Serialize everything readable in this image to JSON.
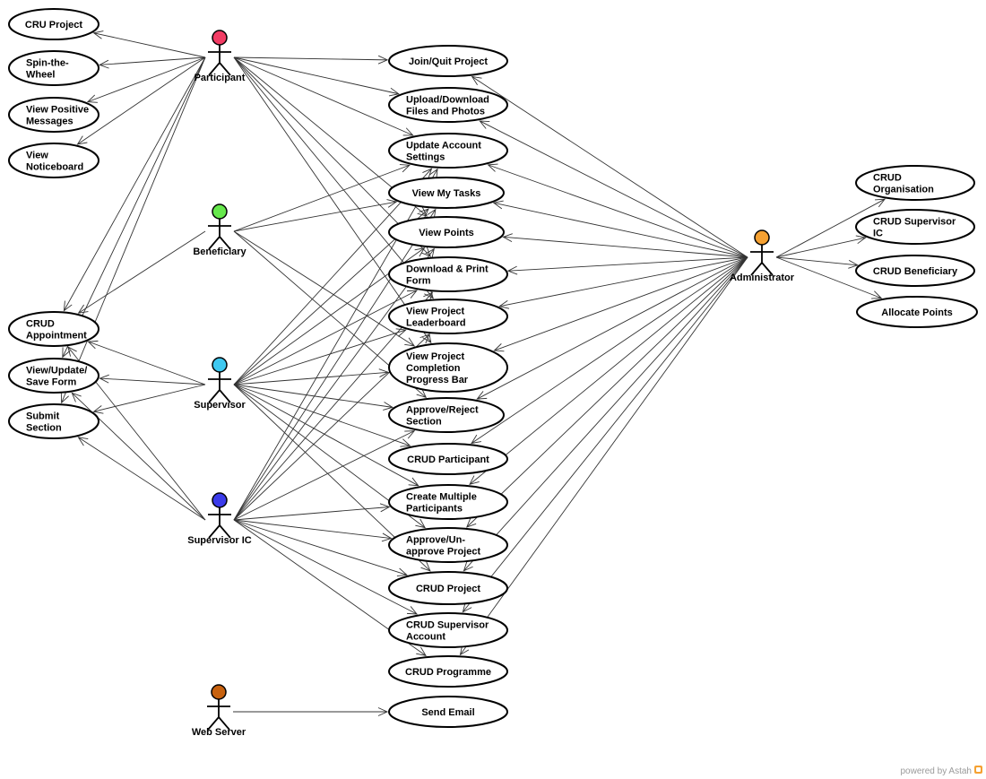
{
  "actors": [
    {
      "id": "participant",
      "name": "Participant",
      "color": "#f23c64"
    },
    {
      "id": "beneficiary",
      "name": "Beneficiary",
      "color": "#66e84c"
    },
    {
      "id": "supervisor",
      "name": "Supervisor",
      "color": "#3ec8f0"
    },
    {
      "id": "supervisor_ic",
      "name": "Supervisor IC",
      "color": "#3b3bea"
    },
    {
      "id": "web_server",
      "name": "Web Server",
      "color": "#c8620f"
    },
    {
      "id": "administrator",
      "name": "Administrator",
      "color": "#f5a132"
    }
  ],
  "use_cases": [
    {
      "id": "cru_project",
      "lines": [
        "CRU Project"
      ]
    },
    {
      "id": "spin_wheel",
      "lines": [
        "Spin-the-",
        "Wheel"
      ]
    },
    {
      "id": "view_positive",
      "lines": [
        "View Positive",
        "Messages"
      ]
    },
    {
      "id": "view_noticeboard",
      "lines": [
        "View",
        "Noticeboard"
      ]
    },
    {
      "id": "crud_appointment",
      "lines": [
        "CRUD",
        "Appointment"
      ]
    },
    {
      "id": "view_update_save",
      "lines": [
        "View/Update/",
        "Save Form"
      ]
    },
    {
      "id": "submit_section",
      "lines": [
        "Submit",
        "Section"
      ]
    },
    {
      "id": "join_quit",
      "lines": [
        "Join/Quit Project"
      ]
    },
    {
      "id": "upload_download",
      "lines": [
        "Upload/Download",
        "Files and Photos"
      ]
    },
    {
      "id": "update_account",
      "lines": [
        "Update Account",
        "Settings"
      ]
    },
    {
      "id": "view_my_tasks",
      "lines": [
        "View My Tasks"
      ]
    },
    {
      "id": "view_points",
      "lines": [
        "View Points"
      ]
    },
    {
      "id": "download_print",
      "lines": [
        "Download & Print",
        "Form"
      ]
    },
    {
      "id": "view_leaderboard",
      "lines": [
        "View Project",
        "Leaderboard"
      ]
    },
    {
      "id": "view_completion",
      "lines": [
        "View Project",
        "Completion",
        "Progress Bar"
      ]
    },
    {
      "id": "approve_reject",
      "lines": [
        "Approve/Reject",
        "Section"
      ]
    },
    {
      "id": "crud_participant",
      "lines": [
        "CRUD Participant"
      ]
    },
    {
      "id": "create_multiple",
      "lines": [
        "Create Multiple",
        "Participants"
      ]
    },
    {
      "id": "approve_unapprove",
      "lines": [
        "Approve/Un-",
        "approve Project"
      ]
    },
    {
      "id": "crud_project",
      "lines": [
        "CRUD Project"
      ]
    },
    {
      "id": "crud_supervisor_account",
      "lines": [
        "CRUD Supervisor",
        "Account"
      ]
    },
    {
      "id": "crud_programme",
      "lines": [
        "CRUD Programme"
      ]
    },
    {
      "id": "send_email",
      "lines": [
        "Send Email"
      ]
    },
    {
      "id": "crud_organisation",
      "lines": [
        "CRUD",
        "Organisation"
      ]
    },
    {
      "id": "crud_supervisor_ic",
      "lines": [
        "CRUD Supervisor",
        "IC"
      ]
    },
    {
      "id": "crud_beneficiary",
      "lines": [
        "CRUD Beneficiary"
      ]
    },
    {
      "id": "allocate_points",
      "lines": [
        "Allocate Points"
      ]
    }
  ],
  "associations": [
    {
      "from": "participant",
      "to": "cru_project"
    },
    {
      "from": "participant",
      "to": "spin_wheel"
    },
    {
      "from": "participant",
      "to": "view_positive"
    },
    {
      "from": "participant",
      "to": "view_noticeboard"
    },
    {
      "from": "participant",
      "to": "crud_appointment"
    },
    {
      "from": "participant",
      "to": "view_update_save"
    },
    {
      "from": "participant",
      "to": "submit_section"
    },
    {
      "from": "participant",
      "to": "join_quit"
    },
    {
      "from": "participant",
      "to": "upload_download"
    },
    {
      "from": "participant",
      "to": "update_account"
    },
    {
      "from": "participant",
      "to": "view_points"
    },
    {
      "from": "participant",
      "to": "download_print"
    },
    {
      "from": "participant",
      "to": "view_leaderboard"
    },
    {
      "from": "participant",
      "to": "view_completion"
    },
    {
      "from": "beneficiary",
      "to": "crud_appointment"
    },
    {
      "from": "beneficiary",
      "to": "update_account"
    },
    {
      "from": "beneficiary",
      "to": "view_my_tasks"
    },
    {
      "from": "beneficiary",
      "to": "view_completion"
    },
    {
      "from": "beneficiary",
      "to": "approve_reject"
    },
    {
      "from": "supervisor",
      "to": "crud_appointment"
    },
    {
      "from": "supervisor",
      "to": "view_update_save"
    },
    {
      "from": "supervisor",
      "to": "submit_section"
    },
    {
      "from": "supervisor",
      "to": "update_account"
    },
    {
      "from": "supervisor",
      "to": "view_my_tasks"
    },
    {
      "from": "supervisor",
      "to": "view_points"
    },
    {
      "from": "supervisor",
      "to": "download_print"
    },
    {
      "from": "supervisor",
      "to": "view_leaderboard"
    },
    {
      "from": "supervisor",
      "to": "view_completion"
    },
    {
      "from": "supervisor",
      "to": "approve_reject"
    },
    {
      "from": "supervisor",
      "to": "crud_participant"
    },
    {
      "from": "supervisor",
      "to": "create_multiple"
    },
    {
      "from": "supervisor",
      "to": "approve_unapprove"
    },
    {
      "from": "supervisor",
      "to": "crud_project"
    },
    {
      "from": "supervisor_ic",
      "to": "crud_appointment"
    },
    {
      "from": "supervisor_ic",
      "to": "view_update_save"
    },
    {
      "from": "supervisor_ic",
      "to": "submit_section"
    },
    {
      "from": "supervisor_ic",
      "to": "update_account"
    },
    {
      "from": "supervisor_ic",
      "to": "view_my_tasks"
    },
    {
      "from": "supervisor_ic",
      "to": "view_points"
    },
    {
      "from": "supervisor_ic",
      "to": "download_print"
    },
    {
      "from": "supervisor_ic",
      "to": "view_leaderboard"
    },
    {
      "from": "supervisor_ic",
      "to": "approve_reject"
    },
    {
      "from": "supervisor_ic",
      "to": "create_multiple"
    },
    {
      "from": "supervisor_ic",
      "to": "approve_unapprove"
    },
    {
      "from": "supervisor_ic",
      "to": "crud_project"
    },
    {
      "from": "supervisor_ic",
      "to": "crud_supervisor_account"
    },
    {
      "from": "supervisor_ic",
      "to": "crud_programme"
    },
    {
      "from": "web_server",
      "to": "send_email"
    },
    {
      "from": "administrator",
      "to": "join_quit"
    },
    {
      "from": "administrator",
      "to": "upload_download"
    },
    {
      "from": "administrator",
      "to": "update_account"
    },
    {
      "from": "administrator",
      "to": "view_my_tasks"
    },
    {
      "from": "administrator",
      "to": "view_points"
    },
    {
      "from": "administrator",
      "to": "download_print"
    },
    {
      "from": "administrator",
      "to": "view_leaderboard"
    },
    {
      "from": "administrator",
      "to": "view_completion"
    },
    {
      "from": "administrator",
      "to": "approve_reject"
    },
    {
      "from": "administrator",
      "to": "crud_participant"
    },
    {
      "from": "administrator",
      "to": "create_multiple"
    },
    {
      "from": "administrator",
      "to": "approve_unapprove"
    },
    {
      "from": "administrator",
      "to": "crud_project"
    },
    {
      "from": "administrator",
      "to": "crud_supervisor_account"
    },
    {
      "from": "administrator",
      "to": "crud_programme"
    },
    {
      "from": "administrator",
      "to": "crud_organisation"
    },
    {
      "from": "administrator",
      "to": "crud_supervisor_ic"
    },
    {
      "from": "administrator",
      "to": "crud_beneficiary"
    },
    {
      "from": "administrator",
      "to": "allocate_points"
    }
  ],
  "watermark": {
    "text": "powered by Astah",
    "color": "#f5a132"
  }
}
